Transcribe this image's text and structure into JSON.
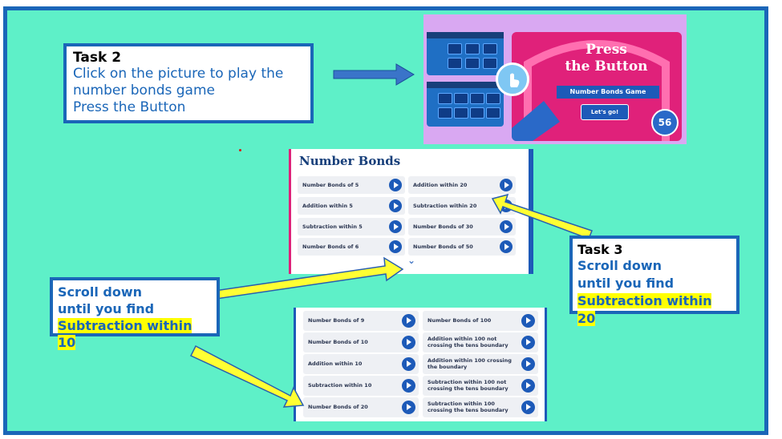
{
  "task2": {
    "title": "Task 2",
    "lines": [
      "Click on the picture to play the",
      "number bonds game",
      "Press the Button"
    ]
  },
  "task3": {
    "title": "Task 3",
    "lines": [
      "Scroll down",
      "until you find"
    ],
    "highlight": "Subtraction within 20"
  },
  "scroll10": {
    "lines": [
      "Scroll down",
      "until you find"
    ],
    "highlight": "Subtraction within 10"
  },
  "game": {
    "title_line1": "Press",
    "title_line2": "the Button",
    "subtitle": "Number Bonds Game",
    "button": "Let's go!",
    "score": "56"
  },
  "panel_top": {
    "title": "Number Bonds",
    "items": [
      "Number Bonds of 5",
      "Addition within 20",
      "Addition within 5",
      "Subtraction within 20",
      "Subtraction within 5",
      "Number Bonds of 30",
      "Number Bonds of 6",
      "Number Bonds of 50"
    ]
  },
  "panel_bottom": {
    "items": [
      "Number Bonds of 9",
      "Number Bonds of 100",
      "Number Bonds of 10",
      "Addition within 100 not crossing the tens boundary",
      "Addition within 10",
      "Addition within 100 crossing the boundary",
      "Subtraction within 10",
      "Subtraction within 100 not crossing the tens boundary",
      "Number Bonds of 20",
      "Subtraction within 100 crossing the tens boundary"
    ]
  },
  "colors": {
    "background": "#5ef0c8",
    "border": "#1a66b8",
    "highlight": "#ffff00",
    "arrow": "#ffff33"
  }
}
